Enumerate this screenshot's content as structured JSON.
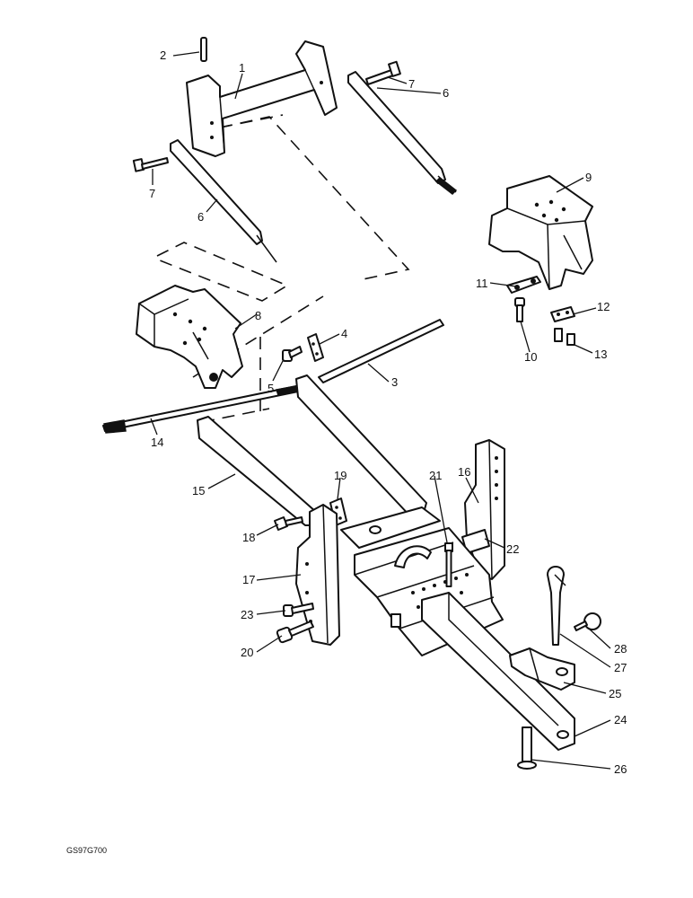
{
  "callouts": {
    "c1": "1",
    "c2": "2",
    "c3": "3",
    "c4": "4",
    "c5": "5",
    "c6a": "6",
    "c6b": "6",
    "c7a": "7",
    "c7b": "7",
    "c8": "8",
    "c9": "9",
    "c10": "10",
    "c11": "11",
    "c12": "12",
    "c13": "13",
    "c14": "14",
    "c15": "15",
    "c16": "16",
    "c17": "17",
    "c18": "18",
    "c19": "19",
    "c20": "20",
    "c21": "21",
    "c22": "22",
    "c23": "23",
    "c24": "24",
    "c25": "25",
    "c26": "26",
    "c27": "27",
    "c28": "28"
  },
  "ref_code": "GS97G700"
}
